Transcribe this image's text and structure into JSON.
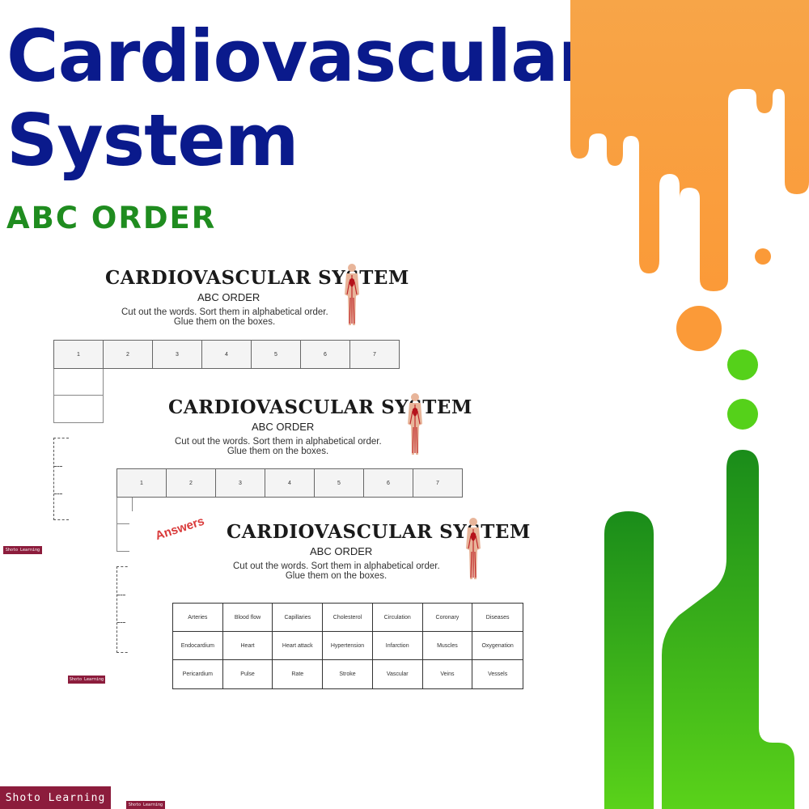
{
  "hero": {
    "title_line1": "Cardiovascular",
    "title_line2": "System",
    "subtitle": "ABC ORDER"
  },
  "worksheet": {
    "title": "CARDIOVASCULAR SYSTEM",
    "subtitle": "ABC ORDER",
    "instruction_line1": "Cut out the words. Sort them in alphabetical order.",
    "instruction_line2": "Glue them on the boxes.",
    "numbers": [
      "1",
      "2",
      "3",
      "4",
      "5",
      "6",
      "7"
    ]
  },
  "answers": {
    "stamp": "Answers",
    "words": [
      "Arteries",
      "Blood flow",
      "Capillaries",
      "Cholesterol",
      "Circulation",
      "Coronary",
      "Diseases",
      "Endocardium",
      "Heart",
      "Heart attack",
      "Hypertension",
      "Infarction",
      "Muscles",
      "Oxygenation",
      "Pericardium",
      "Pulse",
      "Rate",
      "Stroke",
      "Vascular",
      "Veins",
      "Vessels"
    ]
  },
  "brand": {
    "name": "Shoto Learning"
  },
  "colors": {
    "title_blue": "#0a1a8c",
    "subtitle_green": "#1f8c1f",
    "orange": "#f9a040",
    "green": "#2aa82a",
    "lime": "#55d11a",
    "badge": "#8c1c3c",
    "answers_red": "#d93a3a"
  },
  "icons": {
    "figure": "human-circulatory-figure-icon"
  }
}
